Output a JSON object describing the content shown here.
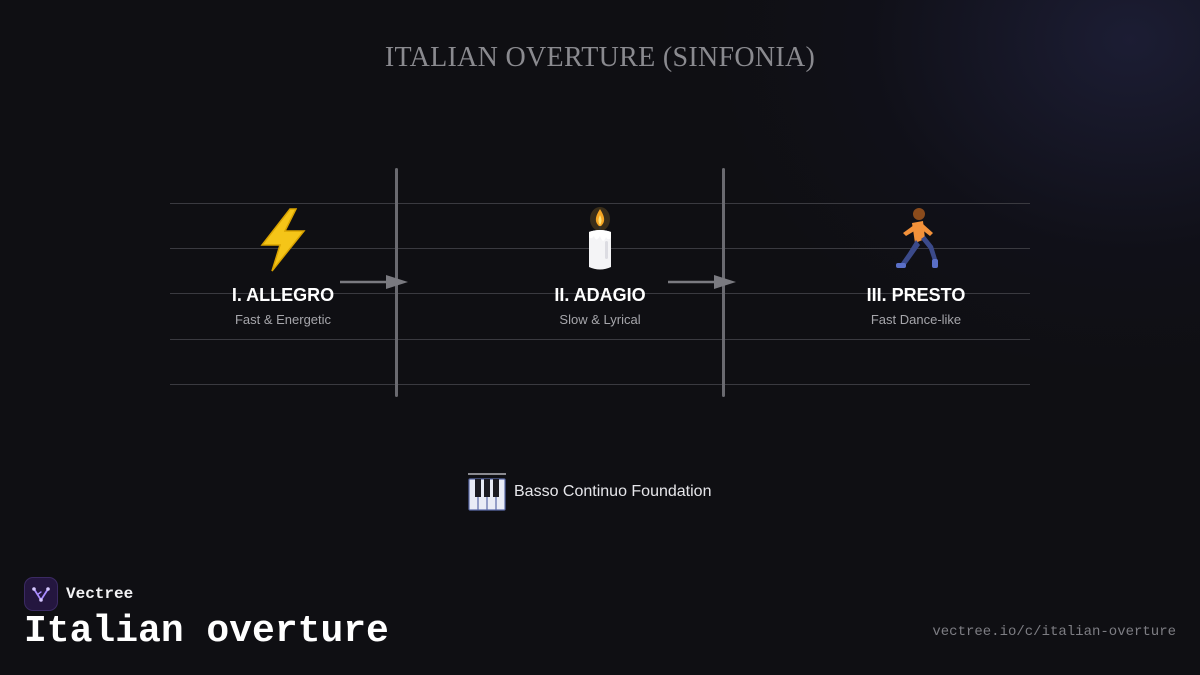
{
  "title": "ITALIAN OVERTURE (SINFONIA)",
  "movements": [
    {
      "name": "I. ALLEGRO",
      "desc": "Fast & Energetic",
      "icon": "lightning-icon"
    },
    {
      "name": "II. ADAGIO",
      "desc": "Slow & Lyrical",
      "icon": "candle-icon"
    },
    {
      "name": "III. PRESTO",
      "desc": "Fast Dance-like",
      "icon": "runner-icon"
    }
  ],
  "foundation": {
    "label": "Basso Continuo Foundation",
    "icon": "piano-keys-icon"
  },
  "brand": {
    "name": "Vectree",
    "icon": "vectree-logo-icon"
  },
  "footer": {
    "title": "Italian overture",
    "url": "vectree.io/c/italian-overture"
  },
  "colors": {
    "background": "#0f0f13",
    "staff_line": "#3a3a40",
    "barline": "#6a6a70",
    "arrow": "#7a7a80",
    "lightning": "#f5c518",
    "accent": "#8b5cf6"
  }
}
